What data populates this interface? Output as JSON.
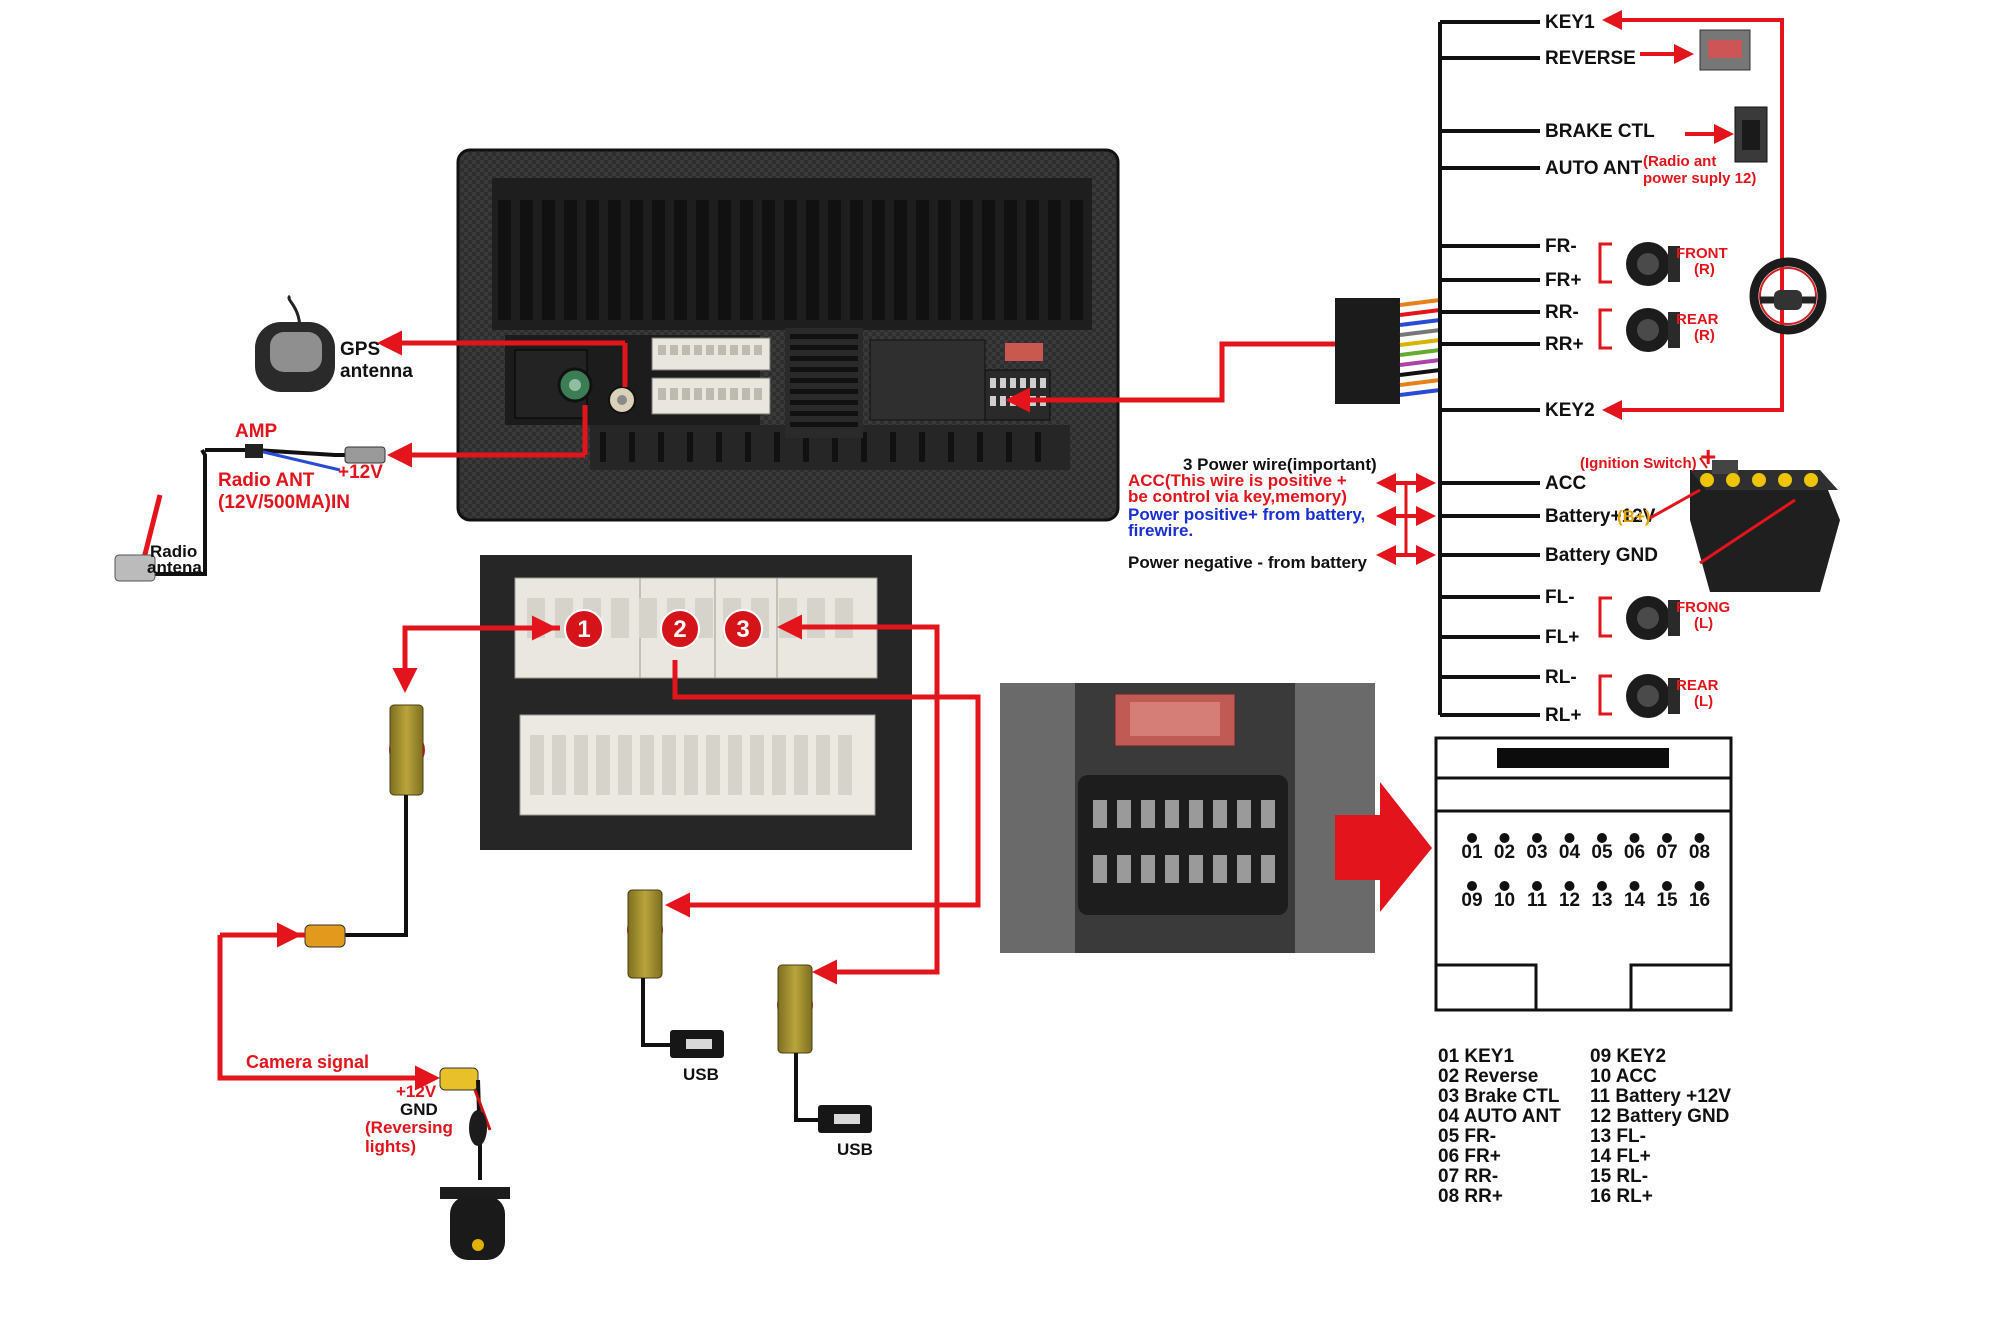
{
  "colors": {
    "arrow": "#e3141b",
    "wire": "#111111",
    "head_unit": "#2b2b2b",
    "plug": "#9a8a2a",
    "badge": "#d41418",
    "positive_note": "#1a2fd1",
    "b_plus": "#e2a400"
  },
  "head_unit": {
    "gps": {
      "line1": "GPS",
      "line2": "antenna"
    },
    "amp_label": "AMP",
    "amp_voltage": "+12V",
    "radio_ant": {
      "line1": "Radio ANT",
      "line2": "(12V/500MA)IN"
    },
    "radio_antenna": {
      "line1": "Radio",
      "line2": "antena"
    }
  },
  "connector_badges": [
    "1",
    "2",
    "3"
  ],
  "camera": {
    "signal_label": "Camera signal",
    "voltage": "+12V",
    "gnd": "GND",
    "reversing": {
      "line1": "(Reversing",
      "line2": "lights)"
    }
  },
  "usb_label": "USB",
  "harness": {
    "rows": [
      {
        "label": "KEY1"
      },
      {
        "label": "REVERSE"
      },
      {
        "label": "BRAKE CTL"
      },
      {
        "label": "AUTO ANT"
      },
      {
        "label": "FR-"
      },
      {
        "label": "FR+"
      },
      {
        "label": "RR-"
      },
      {
        "label": "RR+"
      },
      {
        "label": "KEY2"
      },
      {
        "label": "ACC"
      },
      {
        "label": "Battery+12V"
      },
      {
        "label": "Battery GND"
      },
      {
        "label": "FL-"
      },
      {
        "label": "FL+"
      },
      {
        "label": "RL-"
      },
      {
        "label": "RL+"
      }
    ],
    "b_plus": "(B+)",
    "auto_ant_note": {
      "line1": "(Radio ant",
      "line2": "power suply 12)"
    },
    "ignition_switch": "(Ignition Switch)",
    "speakers": [
      {
        "line1": "FRONT",
        "line2": "(R)"
      },
      {
        "line1": "REAR",
        "line2": "(R)"
      },
      {
        "line1": "FRONG",
        "line2": "(L)"
      },
      {
        "line1": "REAR",
        "line2": "(L)"
      }
    ]
  },
  "power_notes": {
    "title": "3 Power wire(important)",
    "acc": {
      "line1": "ACC(This wire is positive +",
      "line2": "be control via key,memory)"
    },
    "positive": {
      "line1": "Power positive+ from battery,",
      "line2": "firewire."
    },
    "negative": "Power negative - from battery"
  },
  "pinout": {
    "row1": [
      "01",
      "02",
      "03",
      "04",
      "05",
      "06",
      "07",
      "08"
    ],
    "row2": [
      "09",
      "10",
      "11",
      "12",
      "13",
      "14",
      "15",
      "16"
    ],
    "legend_left": [
      "01 KEY1",
      "02 Reverse",
      "03 Brake CTL",
      "04 AUTO ANT",
      "05 FR-",
      "06 FR+",
      "07 RR-",
      "08 RR+"
    ],
    "legend_right": [
      "09 KEY2",
      "10 ACC",
      "11 Battery +12V",
      "12 Battery GND",
      "13 FL-",
      "14 FL+",
      "15 RL-",
      "16 RL+"
    ]
  }
}
